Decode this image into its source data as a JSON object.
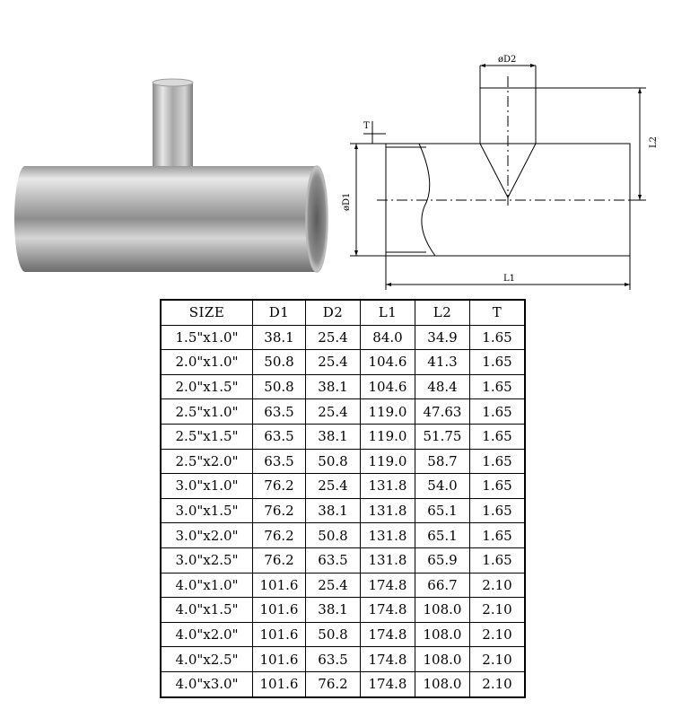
{
  "drawing_labels": {
    "d2": "øD2",
    "t": "T",
    "d1": "øD1",
    "l2": "L2",
    "l1": "L1"
  },
  "table": {
    "headers": [
      "SIZE",
      "D1",
      "D2",
      "L1",
      "L2",
      "T"
    ],
    "rows": [
      [
        "1.5\"x1.0\"",
        "38.1",
        "25.4",
        "84.0",
        "34.9",
        "1.65"
      ],
      [
        "2.0\"x1.0\"",
        "50.8",
        "25.4",
        "104.6",
        "41.3",
        "1.65"
      ],
      [
        "2.0\"x1.5\"",
        "50.8",
        "38.1",
        "104.6",
        "48.4",
        "1.65"
      ],
      [
        "2.5\"x1.0\"",
        "63.5",
        "25.4",
        "119.0",
        "47.63",
        "1.65"
      ],
      [
        "2.5\"x1.5\"",
        "63.5",
        "38.1",
        "119.0",
        "51.75",
        "1.65"
      ],
      [
        "2.5\"x2.0\"",
        "63.5",
        "50.8",
        "119.0",
        "58.7",
        "1.65"
      ],
      [
        "3.0\"x1.0\"",
        "76.2",
        "25.4",
        "131.8",
        "54.0",
        "1.65"
      ],
      [
        "3.0\"x1.5\"",
        "76.2",
        "38.1",
        "131.8",
        "65.1",
        "1.65"
      ],
      [
        "3.0\"x2.0\"",
        "76.2",
        "50.8",
        "131.8",
        "65.1",
        "1.65"
      ],
      [
        "3.0\"x2.5\"",
        "76.2",
        "63.5",
        "131.8",
        "65.9",
        "1.65"
      ],
      [
        "4.0\"x1.0\"",
        "101.6",
        "25.4",
        "174.8",
        "66.7",
        "2.10"
      ],
      [
        "4.0\"x1.5\"",
        "101.6",
        "38.1",
        "174.8",
        "108.0",
        "2.10"
      ],
      [
        "4.0\"x2.0\"",
        "101.6",
        "50.8",
        "174.8",
        "108.0",
        "2.10"
      ],
      [
        "4.0\"x2.5\"",
        "101.6",
        "63.5",
        "174.8",
        "108.0",
        "2.10"
      ],
      [
        "4.0\"x3.0\"",
        "101.6",
        "76.2",
        "174.8",
        "108.0",
        "2.10"
      ]
    ]
  }
}
